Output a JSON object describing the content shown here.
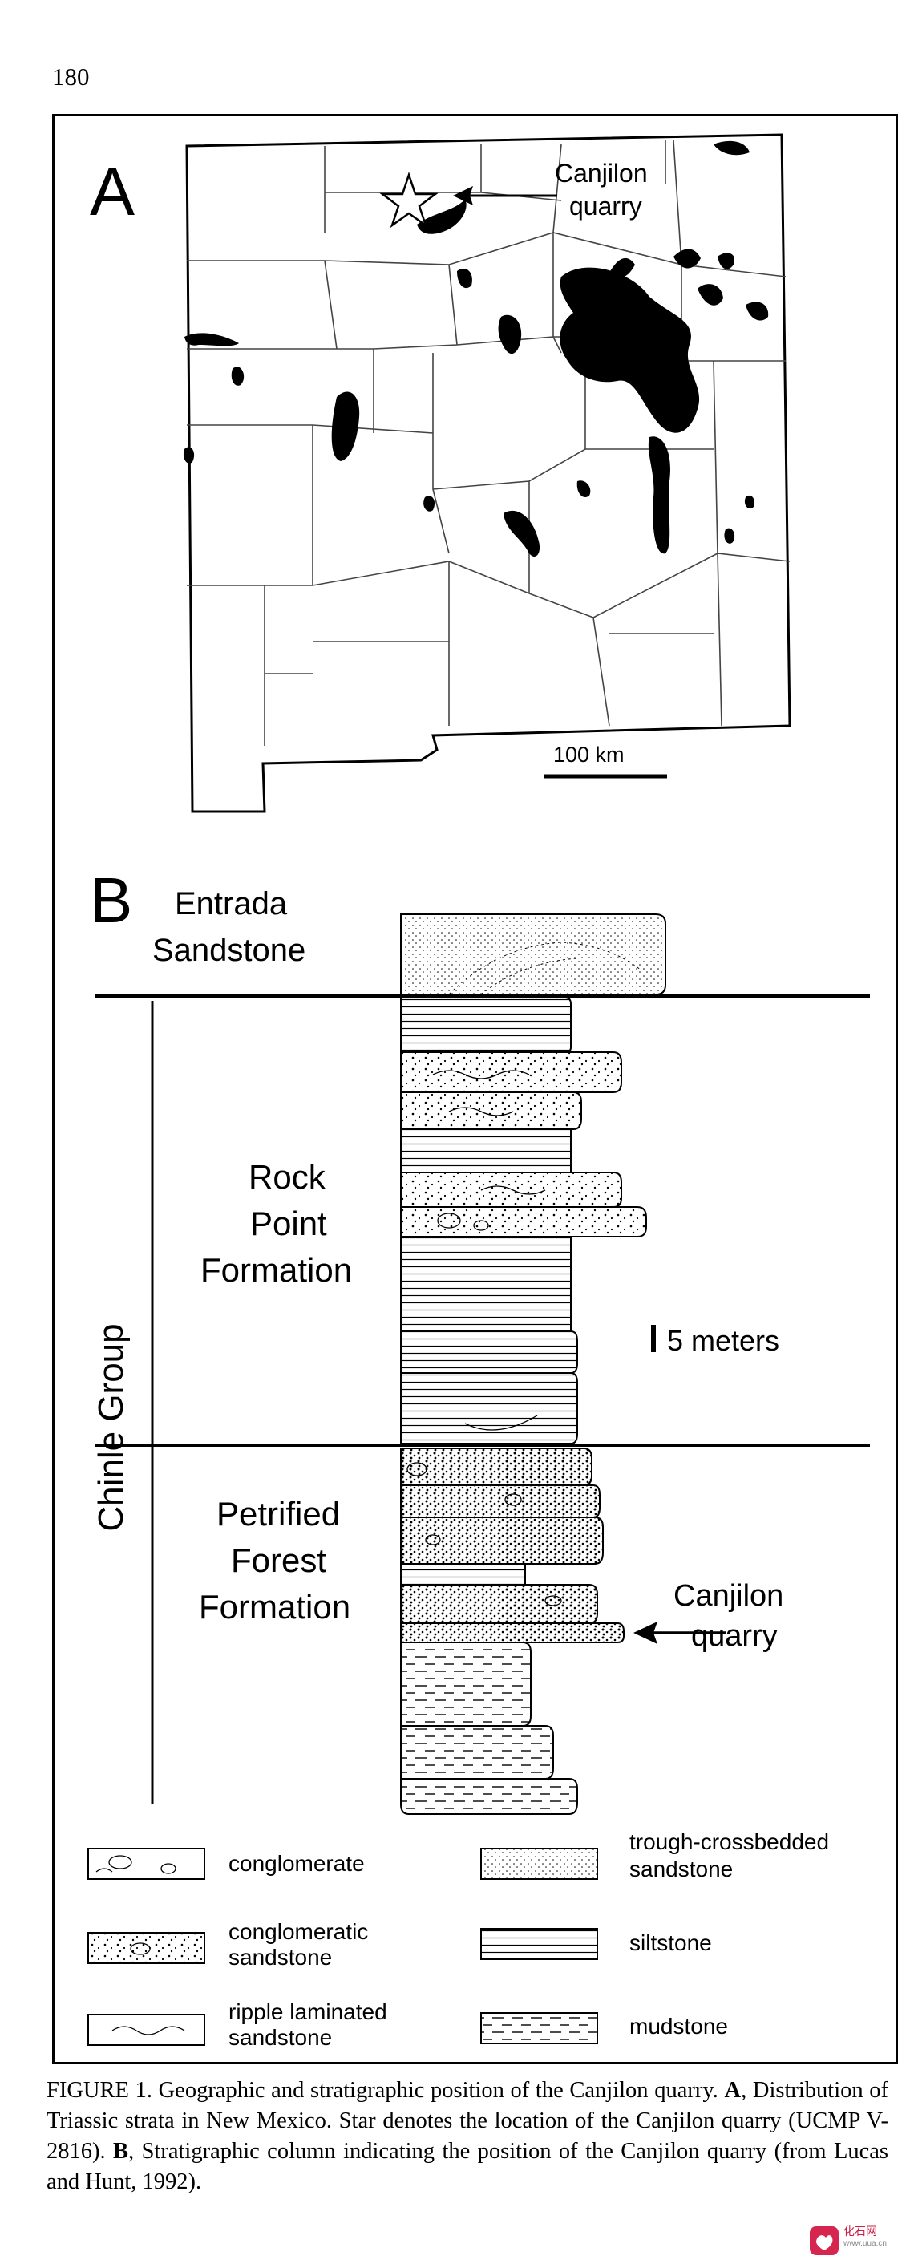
{
  "page_number": "180",
  "panel_a": {
    "label": "A",
    "callout": [
      "Canjilon",
      "quarry"
    ],
    "scale_label": "100 km"
  },
  "panel_b": {
    "label": "B",
    "group_label": "Chinle Group",
    "top_unit": [
      "Entrada",
      "Sandstone"
    ],
    "formation_upper": [
      "Rock",
      "Point",
      "Formation"
    ],
    "formation_lower": [
      "Petrified",
      "Forest",
      "Formation"
    ],
    "scale_label": "5 meters",
    "callout": [
      "Canjilon",
      "quarry"
    ]
  },
  "legend": [
    {
      "id": "conglomerate",
      "label": [
        "conglomerate"
      ]
    },
    {
      "id": "conglomeratic-sandstone",
      "label": [
        "conglomeratic",
        "sandstone"
      ]
    },
    {
      "id": "ripple-laminated-sandstone",
      "label": [
        "ripple laminated",
        "sandstone"
      ]
    },
    {
      "id": "trough-crossbedded-sandstone",
      "label": [
        "trough-crossbedded",
        "sandstone"
      ]
    },
    {
      "id": "siltstone",
      "label": [
        "siltstone"
      ]
    },
    {
      "id": "mudstone",
      "label": [
        "mudstone"
      ]
    }
  ],
  "caption": {
    "lead": "FIGURE 1. Geographic and stratigraphic position of the Canjilon quarry. ",
    "a_label": "A",
    "a_text": ", Distribution of Triassic strata in New Mexico. Star denotes the location of the Canjilon quarry (UCMP V-2816). ",
    "b_label": "B",
    "b_text": ", Stratigraphic column indicating the position of the Canjilon quarry (from Lucas and Hunt, 1992)."
  },
  "watermark": {
    "text": "化石网",
    "sub": "www.uua.cn"
  }
}
